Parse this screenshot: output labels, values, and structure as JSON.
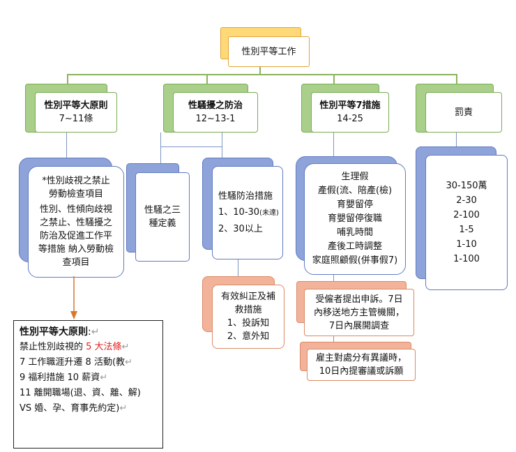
{
  "root": {
    "title": "性別平等工作"
  },
  "categories": [
    {
      "title": "性別平等大原則",
      "sub": "7~11條"
    },
    {
      "title": "性騷擾之防治",
      "sub": "12~13-1"
    },
    {
      "title": "性別平等7措施",
      "sub": "14-25"
    },
    {
      "title": "罰責"
    }
  ],
  "col1": {
    "lines": [
      "*性別歧視之禁止",
      "勞動檢查項目",
      "性別、性傾向歧視",
      "之禁止、性騷擾之",
      "防治及促進工作平",
      "等措施 納入勞動檢",
      "查項目"
    ]
  },
  "col2a": {
    "lines": [
      "性騷之三",
      "種定義"
    ]
  },
  "col2b": {
    "title": "性騷防治措施",
    "lines": [
      "1、10-30",
      "2、30以上"
    ],
    "note": "(未達)"
  },
  "col2c": {
    "lines": [
      "有效糾正及補",
      "救措施",
      "1、投訴知",
      "2、意外知"
    ]
  },
  "col3": {
    "lines": [
      "生理假",
      "產假(流、陪產(檢)",
      "育嬰留停",
      "育嬰留停復職",
      "哺乳時間",
      "產後工時調整",
      "家庭照顧假(併事假7)"
    ]
  },
  "col3b": {
    "lines": [
      "受僱者提出申訴。7日",
      "內移送地方主管機關，",
      "7日內展開調查"
    ]
  },
  "col3c": {
    "lines": [
      "雇主對處分有異議時，",
      "10日內提審議或訴願"
    ]
  },
  "col4": {
    "lines": [
      "30-150萬",
      "2-30",
      "2-100",
      "1-5",
      "1-10",
      "1-100"
    ]
  },
  "note": {
    "title": "性別平等大原則",
    "colon": ":",
    "line1_prefix": "禁止性別歧視的 ",
    "line1_red": "5 大法條",
    "line2": "7 工作職涯升遷   8 活動(教",
    "line3": "9 福利措施   10 薪資",
    "line4": "11 離開職場(退、資、離、解)",
    "line5": "VS 婚、孕、育事先約定)",
    "mark": "↵",
    "colors": {
      "red": "#e02020",
      "mark": "#9a9a9a"
    }
  },
  "colors": {
    "root_fill": "#ffd978",
    "root_border": "#e2a233",
    "green_fill": "#a9cf8a",
    "green_border": "#78ad52",
    "blue_fill": "#8ea3d9",
    "blue_border": "#5f7bbf",
    "orange_fill": "#f3b39a",
    "orange_border": "#d98a66",
    "arrow": "#d9772a"
  }
}
